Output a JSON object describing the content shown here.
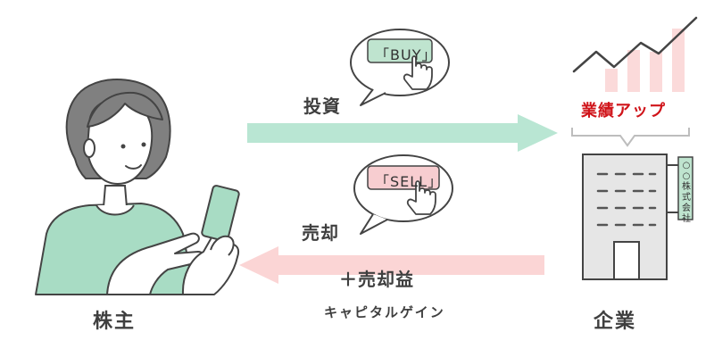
{
  "nodes": {
    "shareholder": "株主",
    "company": "企業"
  },
  "flows": {
    "invest_label": "投資",
    "sell_label": "売却",
    "gain_label": "＋売却益",
    "capital_gain_label": "キャピタルゲイン"
  },
  "bubbles": {
    "buy": "「BUY」",
    "sell": "「SELL」"
  },
  "company_sign": "○○株式会社",
  "performance_label": "業績アップ",
  "colors": {
    "invest_arrow": "#b9e6d3",
    "sell_arrow": "#fbd5d5",
    "buy_button": "#bfe4cf",
    "sell_button": "#f7cdd0",
    "performance_text": "#d0141a",
    "chart_bars": "#fbdada",
    "skin": "#ffffff",
    "hair": "#808080",
    "shirt": "#a8dcc4",
    "building": "#e6e6e6"
  },
  "icons": [
    "person-icon",
    "smartphone-icon",
    "building-icon",
    "bar-chart-icon",
    "hand-pointer-icon",
    "speech-bubble-icon"
  ]
}
